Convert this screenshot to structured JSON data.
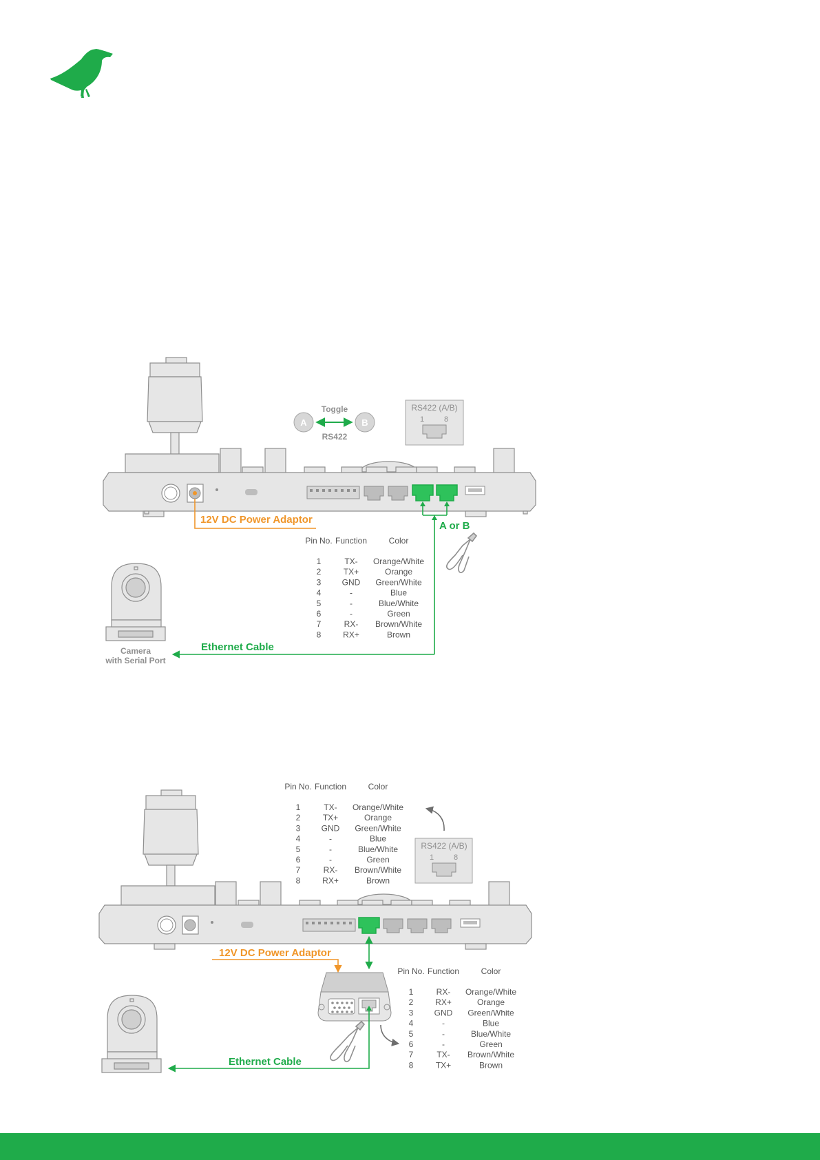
{
  "colors": {
    "brand_green": "#1fab4a",
    "power_orange": "#f0962a",
    "device_gray": "#e6e6e6",
    "outline_gray": "#8f8f8f",
    "text_gray": "#6e6e6e"
  },
  "icons": [
    "bird-logo-icon",
    "camera-icon",
    "crimper-tool-icon",
    "curved-arrow-icon"
  ],
  "diagram1": {
    "toggle_label": "Toggle",
    "rs422_label": "RS422",
    "toggle_a": "A",
    "toggle_b": "B",
    "port_box_title": "RS422 (A/B)",
    "port_box_pin_left": "1",
    "port_box_pin_right": "8",
    "power_label": "12V DC Power Adaptor",
    "ab_label": "A or B",
    "cable_label": "Ethernet Cable",
    "camera_label_1": "Camera",
    "camera_label_2": "with Serial Port",
    "pin_table": {
      "headers": [
        "Pin No.",
        "Function",
        "Color"
      ],
      "rows": [
        [
          "1",
          "TX-",
          "Orange/White"
        ],
        [
          "2",
          "TX+",
          "Orange"
        ],
        [
          "3",
          "GND",
          "Green/White"
        ],
        [
          "4",
          "-",
          "Blue"
        ],
        [
          "5",
          "-",
          "Blue/White"
        ],
        [
          "6",
          "-",
          "Green"
        ],
        [
          "7",
          "RX-",
          "Brown/White"
        ],
        [
          "8",
          "RX+",
          "Brown"
        ]
      ]
    }
  },
  "diagram2": {
    "port_box_title": "RS422 (A/B)",
    "port_box_pin_left": "1",
    "port_box_pin_right": "8",
    "power_label": "12V DC Power Adaptor",
    "cable_label": "Ethernet Cable",
    "pin_table_top": {
      "headers": [
        "Pin No.",
        "Function",
        "Color"
      ],
      "rows": [
        [
          "1",
          "TX-",
          "Orange/White"
        ],
        [
          "2",
          "TX+",
          "Orange"
        ],
        [
          "3",
          "GND",
          "Green/White"
        ],
        [
          "4",
          "-",
          "Blue"
        ],
        [
          "5",
          "-",
          "Blue/White"
        ],
        [
          "6",
          "-",
          "Green"
        ],
        [
          "7",
          "RX-",
          "Brown/White"
        ],
        [
          "8",
          "RX+",
          "Brown"
        ]
      ]
    },
    "pin_table_bottom": {
      "headers": [
        "Pin No.",
        "Function",
        "Color"
      ],
      "rows": [
        [
          "1",
          "RX-",
          "Orange/White"
        ],
        [
          "2",
          "RX+",
          "Orange"
        ],
        [
          "3",
          "GND",
          "Green/White"
        ],
        [
          "4",
          "-",
          "Blue"
        ],
        [
          "5",
          "-",
          "Blue/White"
        ],
        [
          "6",
          "-",
          "Green"
        ],
        [
          "7",
          "TX-",
          "Brown/White"
        ],
        [
          "8",
          "TX+",
          "Brown"
        ]
      ]
    }
  }
}
